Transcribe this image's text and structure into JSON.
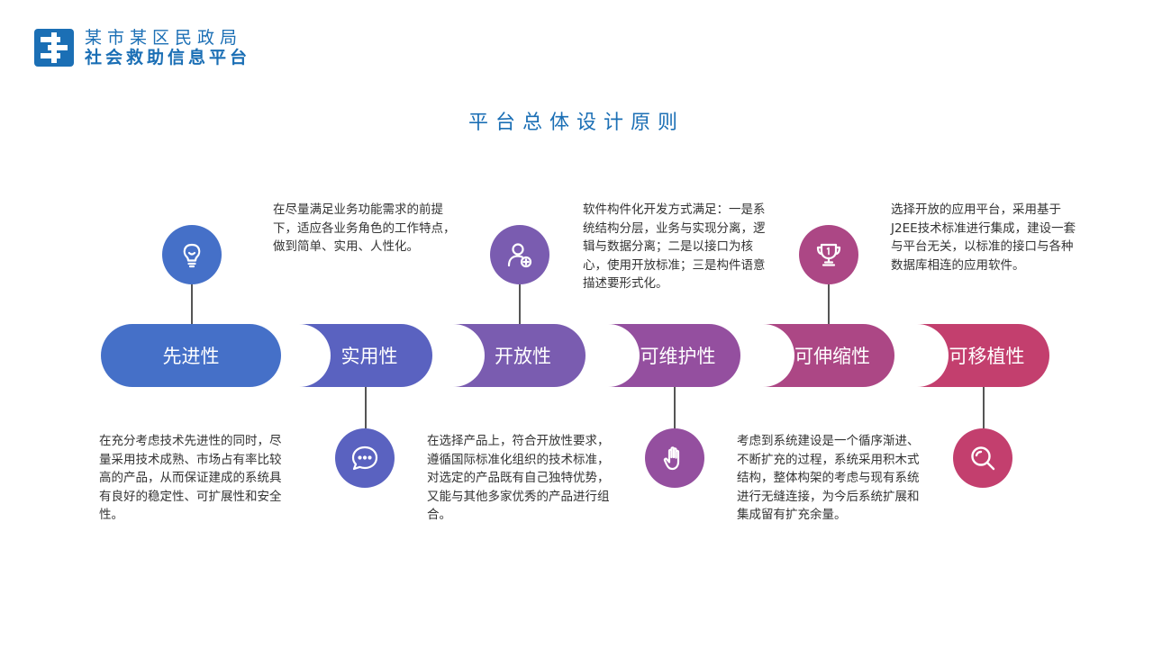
{
  "header": {
    "org_line1": "某市某区民政局",
    "org_line2": "社会救助信息平台"
  },
  "title": "平台总体设计原则",
  "principles": [
    {
      "label": "先进性",
      "icon": "lightbulb-icon",
      "color": "#4570c8",
      "desc": "在充分考虑技术先进性的同时，尽量采用技术成熟、市场占有率比较高的产品，从而保证建成的系统具有良好的稳定性、可扩展性和安全性。"
    },
    {
      "label": "实用性",
      "icon": "chat-bubble-icon",
      "color": "#5a62c0",
      "desc": "在尽量满足业务功能需求的前提下，适应各业务角色的工作特点，做到简单、实用、人性化。"
    },
    {
      "label": "开放性",
      "icon": "add-user-icon",
      "color": "#7a5cb0",
      "desc": "在选择产品上，符合开放性要求，遵循国际标准化组织的技术标准，对选定的产品既有自己独特优势，又能与其他多家优秀的产品进行组合。"
    },
    {
      "label": "可维护性",
      "icon": "hand-icon",
      "color": "#944f9f",
      "desc": "软件构件化开发方式满足：一是系统结构分层，业务与实现分离，逻辑与数据分离；二是以接口为核心，使用开放标准；三是构件语意描述要形式化。"
    },
    {
      "label": "可伸缩性",
      "icon": "trophy-icon",
      "color": "#ac4785",
      "desc": "考虑到系统建设是一个循序渐进、不断扩充的过程，系统采用积木式结构，整体构架的考虑与现有系统进行无缝连接，为今后系统扩展和集成留有扩充余量。"
    },
    {
      "label": "可移植性",
      "icon": "search-icon",
      "color": "#c33f6e",
      "desc": "选择开放的应用平台，采用基于J2EE技术标准进行集成，建设一套与平台无关，以标准的接口与各种数据库相连的应用软件。"
    }
  ]
}
